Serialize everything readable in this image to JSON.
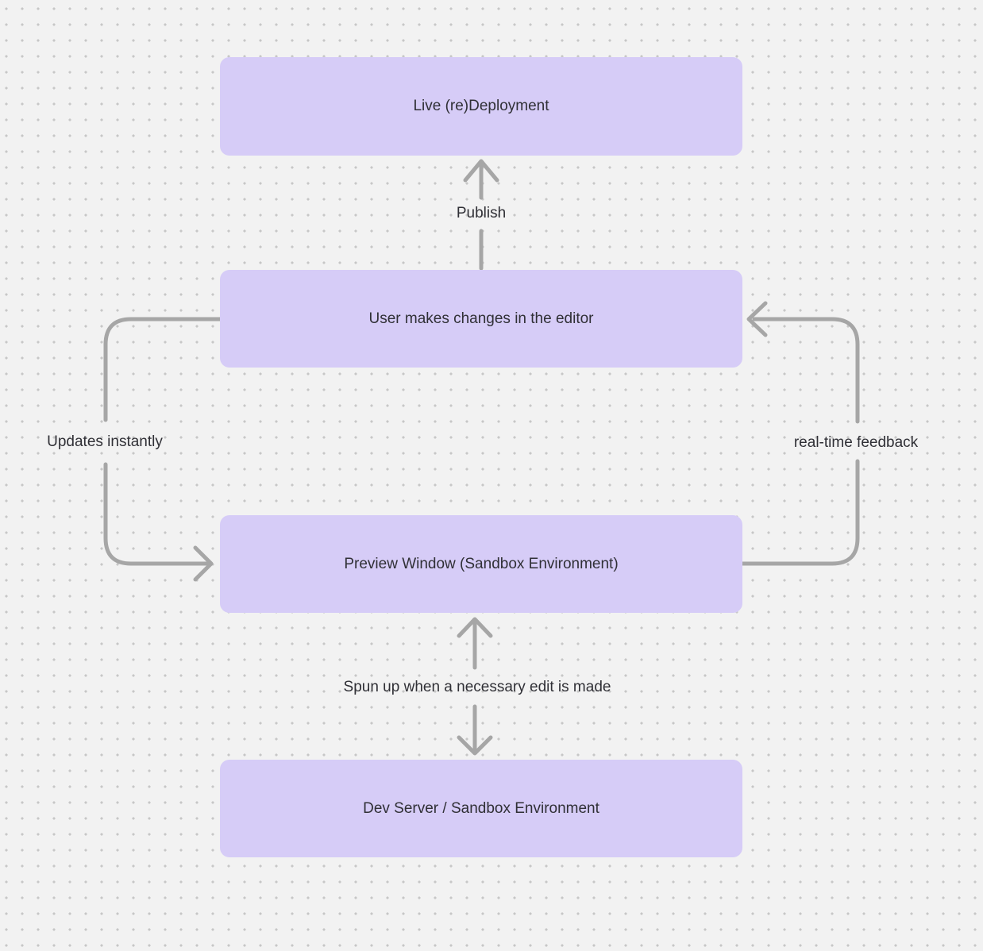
{
  "diagram": {
    "type": "flowchart",
    "canvas_style": "dot-grid whiteboard"
  },
  "colors": {
    "bg": "#f2f2f2",
    "dot": "#c7c7c7",
    "node_fill": "#d6ccf7",
    "arrow": "#a6a6a6",
    "text": "#303036"
  },
  "nodes": [
    {
      "id": "live-redeployment",
      "label": "Live (re)Deployment"
    },
    {
      "id": "editor-changes",
      "label": "User makes changes in the editor"
    },
    {
      "id": "preview-window",
      "label": "Preview Window (Sandbox Environment)"
    },
    {
      "id": "dev-server",
      "label": "Dev Server / Sandbox Environment"
    }
  ],
  "edges": [
    {
      "id": "publish",
      "label": "Publish",
      "from": "editor-changes",
      "to": "live-redeployment",
      "direction": "up"
    },
    {
      "id": "updates-instantly",
      "label": "Updates instantly",
      "from": "editor-changes",
      "to": "preview-window",
      "direction": "left-loop-down"
    },
    {
      "id": "real-time-feedback",
      "label": "real-time feedback",
      "from": "preview-window",
      "to": "editor-changes",
      "direction": "right-loop-up"
    },
    {
      "id": "spun-up",
      "label": "Spun up when a necessary edit is made",
      "from": "preview-window",
      "to": "dev-server",
      "bidirectional": true
    }
  ]
}
